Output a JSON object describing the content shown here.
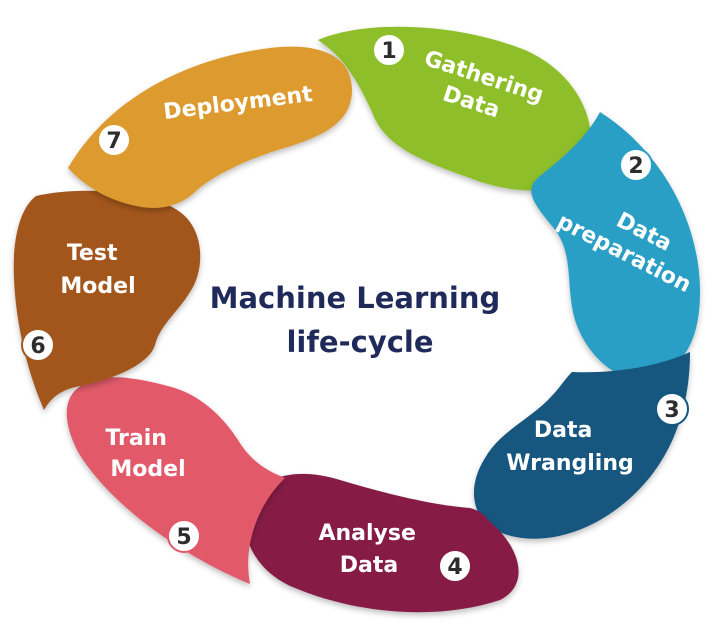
{
  "title": {
    "line1": "Machine Learning",
    "line2": "life-cycle",
    "color": "#1f2a5a"
  },
  "stages": [
    {
      "number": "1",
      "line1": "Gathering",
      "line2": "Data",
      "color": "#8ebf2a"
    },
    {
      "number": "2",
      "line1": "Data",
      "line2": "preparation",
      "color": "#2b9fc6"
    },
    {
      "number": "3",
      "line1": "Data",
      "line2": "Wrangling",
      "color": "#13567f"
    },
    {
      "number": "4",
      "line1": "Analyse",
      "line2": "Data",
      "color": "#861d45"
    },
    {
      "number": "5",
      "line1": "Train",
      "line2": "Model",
      "color": "#e25a6a"
    },
    {
      "number": "6",
      "line1": "Test",
      "line2": "Model",
      "color": "#a3561e"
    },
    {
      "number": "7",
      "line1": "Deployment",
      "line2": "",
      "color": "#dd9a2e"
    }
  ]
}
